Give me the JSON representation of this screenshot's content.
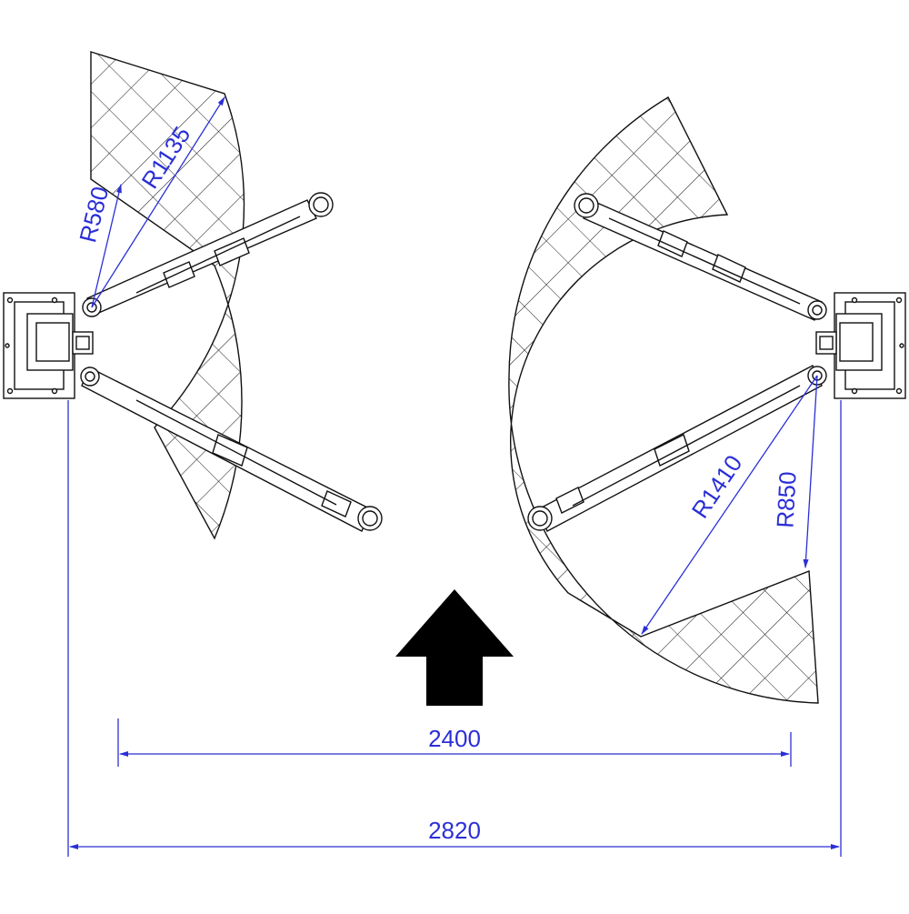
{
  "colors": {
    "line": "#111111",
    "dimension": "#2b2fd6",
    "arrow": "#000000",
    "background": "#ffffff"
  },
  "dimensions": {
    "inner_width": "2400",
    "outer_width": "2820"
  },
  "radii": {
    "left_inner": "R580",
    "left_outer": "R1135",
    "right_outer": "R1410",
    "right_inner": "R850"
  },
  "direction_icon": "up-arrow-icon"
}
